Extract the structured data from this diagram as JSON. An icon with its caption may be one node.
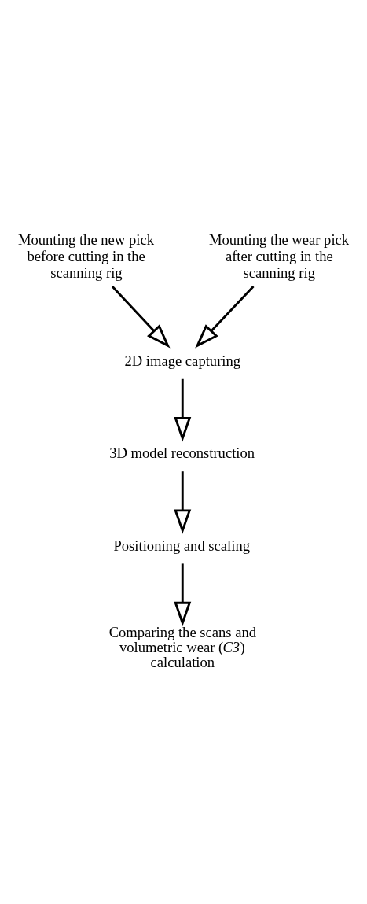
{
  "diagram": {
    "nodes": [
      {
        "text": [
          "Mounting the new pick before cutting in the scanning rig"
        ]
      },
      {
        "text": [
          "Mounting the wear pick after cutting in the scanning rig"
        ]
      },
      {
        "text": [
          "2D image capturing"
        ]
      },
      {
        "text": [
          "3D model reconstruction"
        ]
      },
      {
        "text": [
          "Positioning and scaling"
        ]
      },
      {
        "text": [
          "Comparing the scans and volumetric wear (*C3*) calculation"
        ]
      }
    ],
    "edges": [
      {
        "from": 0,
        "to": 2,
        "arrow": "to"
      },
      {
        "from": 1,
        "to": 2,
        "arrow": "to"
      },
      {
        "from": 2,
        "to": 3,
        "arrow": "to"
      },
      {
        "from": 3,
        "to": 4,
        "arrow": "to"
      },
      {
        "from": 4,
        "to": 5,
        "arrow": "to"
      }
    ]
  }
}
